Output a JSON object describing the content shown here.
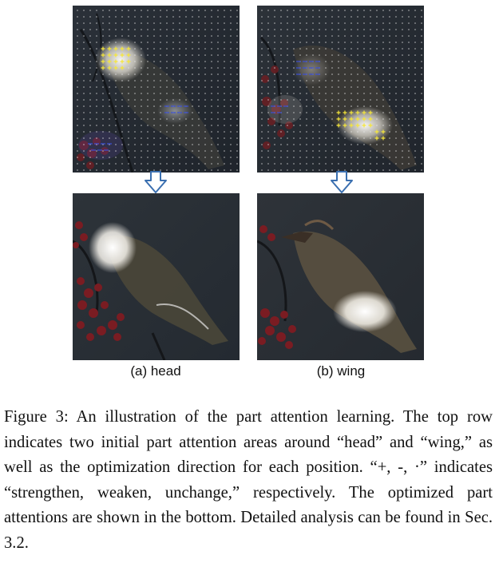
{
  "figure": {
    "panels": [
      {
        "id": "a",
        "sublabel": "(a) head",
        "part": "head"
      },
      {
        "id": "b",
        "sublabel": "(b) wing",
        "part": "wing"
      }
    ],
    "caption": "Figure 3: An illustration of the part attention learning. The top row indicates two initial part attention areas around “head” and “wing,” as well as the optimization direction for each position. “+, -, ·” indicates “strengthen, weaken, unchange,” respectively. The optimized part attentions are shown in the bottom. Detailed analysis can be found in Sec. 3.2.",
    "colors": {
      "plus_marker": "#f5e63a",
      "minus_marker": "#3b4fd6",
      "dot_grid": "#e8e8e8",
      "arrow_stroke": "#3a6fb0",
      "background_dark": "#2a2f36",
      "berries": "#8b1f24"
    }
  }
}
